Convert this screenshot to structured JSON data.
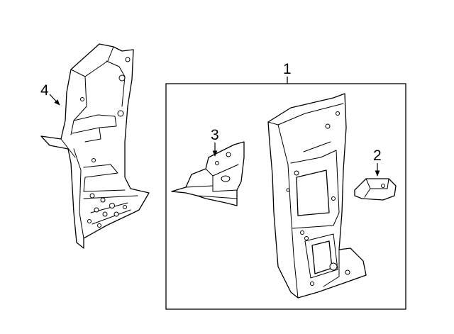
{
  "callouts": {
    "one": "1",
    "two": "2",
    "three": "3",
    "four": "4"
  }
}
